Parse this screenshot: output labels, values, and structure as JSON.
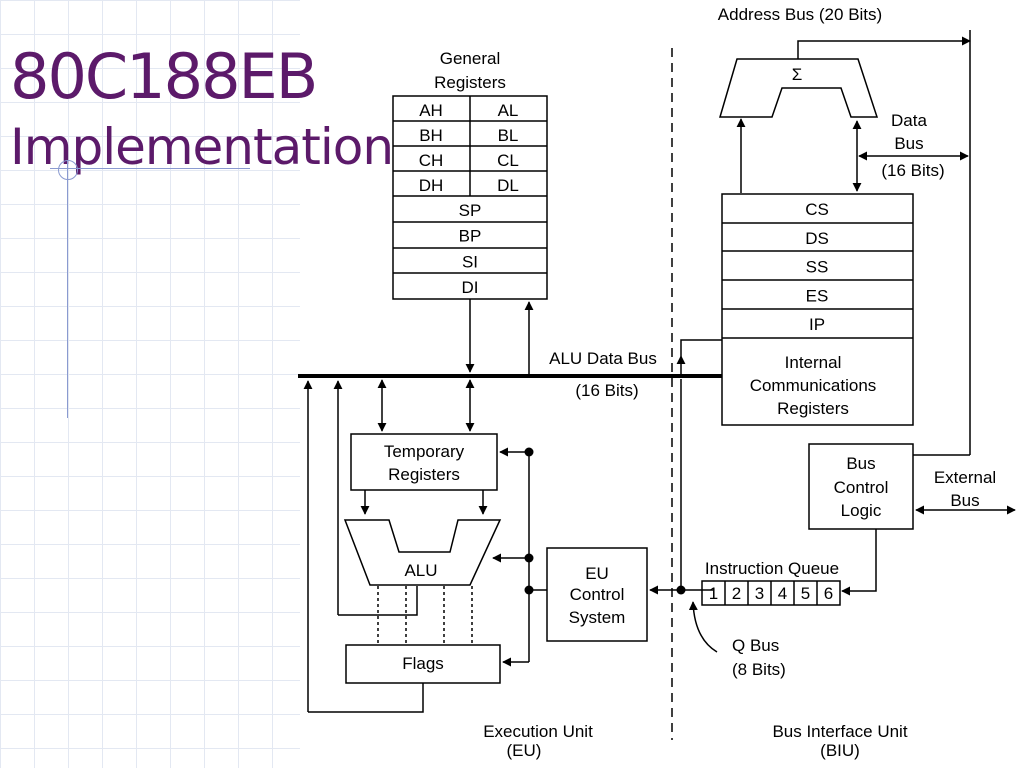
{
  "slide": {
    "title": "80C188EB",
    "subtitle": "Implementation"
  },
  "labels": {
    "general_registers_1": "General",
    "general_registers_2": "Registers",
    "address_bus": "Address Bus (20 Bits)",
    "sigma": "Σ",
    "data_bus_1": "Data",
    "data_bus_2": "Bus",
    "data_bus_3": "(16 Bits)",
    "alu_data_bus": "ALU Data Bus",
    "alu_data_bus_bits": "(16 Bits)",
    "internal_comm_1": "Internal",
    "internal_comm_2": "Communications",
    "internal_comm_3": "Registers",
    "temp_reg_1": "Temporary",
    "temp_reg_2": "Registers",
    "alu": "ALU",
    "flags": "Flags",
    "eu_control_1": "EU",
    "eu_control_2": "Control",
    "eu_control_3": "System",
    "bus_control_1": "Bus",
    "bus_control_2": "Control",
    "bus_control_3": "Logic",
    "external_bus_1": "External",
    "external_bus_2": "Bus",
    "instruction_queue": "Instruction Queue",
    "q_bus_1": "Q  Bus",
    "q_bus_2": "(8 Bits)",
    "execution_unit_1": "Execution Unit",
    "execution_unit_2": "(EU)",
    "bus_interface_unit_1": "Bus Interface Unit",
    "bus_interface_unit_2": "(BIU)"
  },
  "general_registers": [
    [
      "AH",
      "AL"
    ],
    [
      "BH",
      "BL"
    ],
    [
      "CH",
      "CL"
    ],
    [
      "DH",
      "DL"
    ]
  ],
  "pointer_registers": [
    "SP",
    "BP",
    "SI",
    "DI"
  ],
  "segment_registers": [
    "CS",
    "DS",
    "SS",
    "ES",
    "IP"
  ],
  "queue_slots": [
    "1",
    "2",
    "3",
    "4",
    "5",
    "6"
  ]
}
